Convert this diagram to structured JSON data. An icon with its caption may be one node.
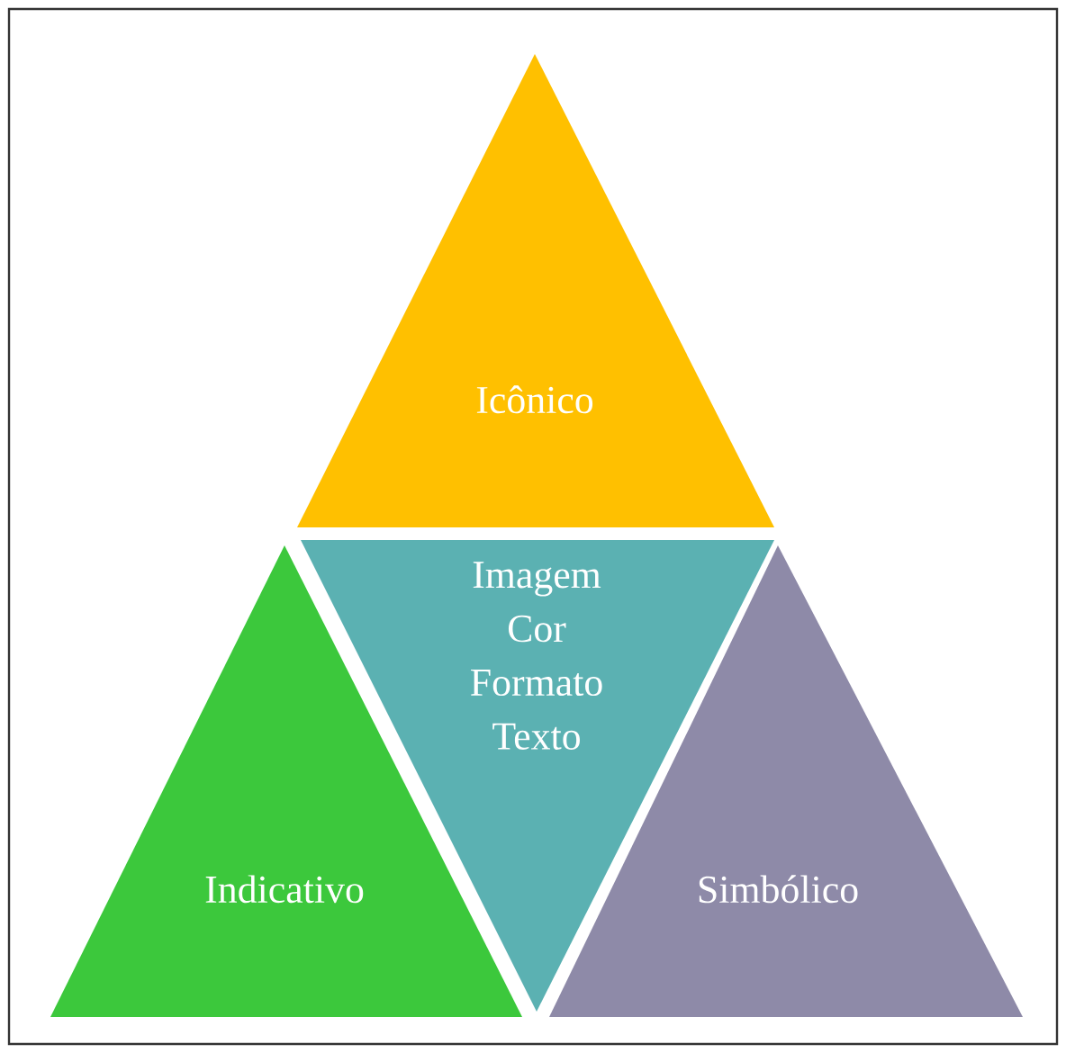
{
  "diagram": {
    "nodes": [
      {
        "text": [
          "Icônico"
        ]
      },
      {
        "text": [
          "Indicativo"
        ]
      },
      {
        "text": [
          "Imagem",
          "Cor",
          "Formato",
          "Texto"
        ]
      },
      {
        "text": [
          "Simbólico"
        ]
      }
    ]
  }
}
